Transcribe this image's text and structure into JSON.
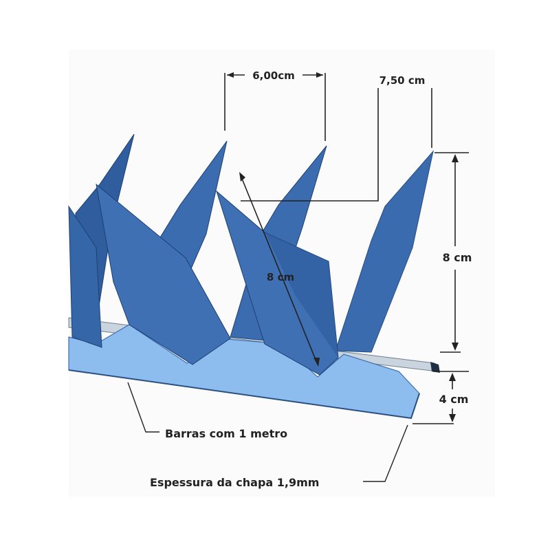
{
  "diagram": {
    "dimensions": {
      "spike_spacing": "6,00cm",
      "spike_width": "7,50 cm",
      "spike_height_outer": "8 cm",
      "spike_height_inner": "8 cm",
      "base_height": "4 cm"
    },
    "callouts": {
      "bar_length": "Barras com 1 metro",
      "sheet_thickness": "Espessura da chapa 1,9mm"
    },
    "colors": {
      "spike_light": "#4f7fc0",
      "spike_dark": "#2f5d9e",
      "spike_shadow": "#22497f",
      "base_light": "#8dbcee",
      "base_edge": "#3f6fae",
      "rod": "#c9d4df",
      "panel_bg": "#fbfbfb"
    }
  }
}
